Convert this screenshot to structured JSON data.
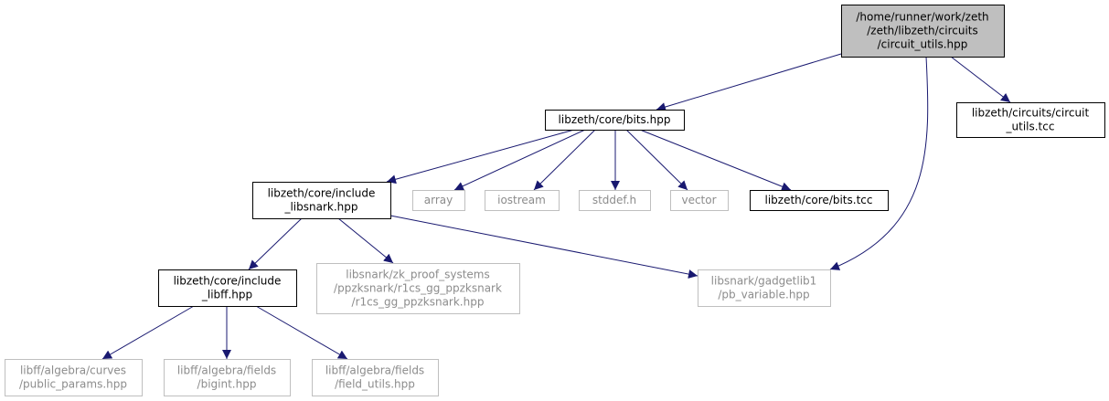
{
  "graph": {
    "edge_color": "#191970",
    "nodes": [
      {
        "id": "root",
        "lines": [
          "/home/runner/work/zeth",
          "/zeth/libzeth/circuits",
          "/circuit_utils.hpp"
        ],
        "style": "root",
        "fill": "#bfbfbf",
        "stroke": "#000000"
      },
      {
        "id": "bits_hpp",
        "lines": [
          "libzeth/core/bits.hpp"
        ],
        "style": "linked",
        "fill": "#ffffff",
        "stroke": "#000000"
      },
      {
        "id": "circuit_utils_tcc",
        "lines": [
          "libzeth/circuits/circuit",
          "_utils.tcc"
        ],
        "style": "linked",
        "fill": "#ffffff",
        "stroke": "#000000"
      },
      {
        "id": "include_libsnark",
        "lines": [
          "libzeth/core/include",
          "_libsnark.hpp"
        ],
        "style": "linked",
        "fill": "#ffffff",
        "stroke": "#000000"
      },
      {
        "id": "array",
        "lines": [
          "array"
        ],
        "style": "external",
        "fill": "#ffffff",
        "stroke": "#bfbfbf"
      },
      {
        "id": "iostream",
        "lines": [
          "iostream"
        ],
        "style": "external",
        "fill": "#ffffff",
        "stroke": "#bfbfbf"
      },
      {
        "id": "stddef",
        "lines": [
          "stddef.h"
        ],
        "style": "external",
        "fill": "#ffffff",
        "stroke": "#bfbfbf"
      },
      {
        "id": "vector",
        "lines": [
          "vector"
        ],
        "style": "external",
        "fill": "#ffffff",
        "stroke": "#bfbfbf"
      },
      {
        "id": "bits_tcc",
        "lines": [
          "libzeth/core/bits.tcc"
        ],
        "style": "linked",
        "fill": "#ffffff",
        "stroke": "#000000"
      },
      {
        "id": "include_libff",
        "lines": [
          "libzeth/core/include",
          "_libff.hpp"
        ],
        "style": "linked",
        "fill": "#ffffff",
        "stroke": "#000000"
      },
      {
        "id": "r1cs_gg",
        "lines": [
          "libsnark/zk_proof_systems",
          "/ppzksnark/r1cs_gg_ppzksnark",
          "/r1cs_gg_ppzksnark.hpp"
        ],
        "style": "external",
        "fill": "#ffffff",
        "stroke": "#bfbfbf"
      },
      {
        "id": "pb_variable",
        "lines": [
          "libsnark/gadgetlib1",
          "/pb_variable.hpp"
        ],
        "style": "external",
        "fill": "#ffffff",
        "stroke": "#bfbfbf"
      },
      {
        "id": "public_params",
        "lines": [
          "libff/algebra/curves",
          "/public_params.hpp"
        ],
        "style": "external",
        "fill": "#ffffff",
        "stroke": "#bfbfbf"
      },
      {
        "id": "bigint",
        "lines": [
          "libff/algebra/fields",
          "/bigint.hpp"
        ],
        "style": "external",
        "fill": "#ffffff",
        "stroke": "#bfbfbf"
      },
      {
        "id": "field_utils",
        "lines": [
          "libff/algebra/fields",
          "/field_utils.hpp"
        ],
        "style": "external",
        "fill": "#ffffff",
        "stroke": "#bfbfbf"
      }
    ],
    "edges": [
      {
        "from": "root",
        "to": "bits_hpp"
      },
      {
        "from": "root",
        "to": "pb_variable"
      },
      {
        "from": "root",
        "to": "circuit_utils_tcc"
      },
      {
        "from": "bits_hpp",
        "to": "include_libsnark"
      },
      {
        "from": "bits_hpp",
        "to": "array"
      },
      {
        "from": "bits_hpp",
        "to": "iostream"
      },
      {
        "from": "bits_hpp",
        "to": "stddef"
      },
      {
        "from": "bits_hpp",
        "to": "vector"
      },
      {
        "from": "bits_hpp",
        "to": "bits_tcc"
      },
      {
        "from": "include_libsnark",
        "to": "include_libff"
      },
      {
        "from": "include_libsnark",
        "to": "r1cs_gg"
      },
      {
        "from": "include_libsnark",
        "to": "pb_variable"
      },
      {
        "from": "include_libff",
        "to": "public_params"
      },
      {
        "from": "include_libff",
        "to": "bigint"
      },
      {
        "from": "include_libff",
        "to": "field_utils"
      }
    ]
  }
}
